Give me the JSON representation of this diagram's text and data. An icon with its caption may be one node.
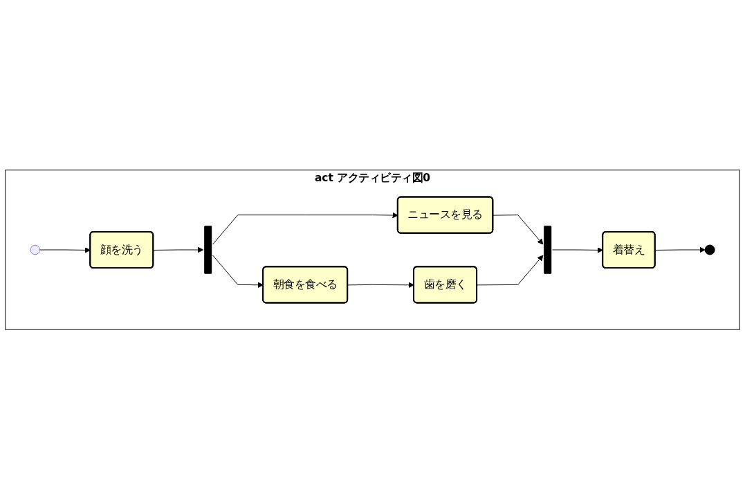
{
  "diagram": {
    "nodes": [
      {
        "text": [
          "act アクティビティ図0"
        ]
      },
      {
        "text": [],
        "shape": "circle",
        "in": 0
      },
      {
        "text": [
          "顔を洗う"
        ],
        "in": 0
      },
      {
        "text": [],
        "shape": "bar",
        "in": 0
      },
      {
        "text": [
          "ニュースを見る"
        ],
        "in": 0
      },
      {
        "text": [
          "朝食を食べる"
        ],
        "in": 0
      },
      {
        "text": [
          "歯を磨く"
        ],
        "in": 0
      },
      {
        "text": [],
        "shape": "bar",
        "in": 0
      },
      {
        "text": [
          "着替え"
        ],
        "in": 0
      },
      {
        "text": [],
        "shape": "circle",
        "in": 0
      }
    ],
    "edges": [
      {
        "from": 1,
        "to": 2,
        "arrow": "to"
      },
      {
        "from": 2,
        "to": 3,
        "arrow": "to"
      },
      {
        "from": 3,
        "to": 4,
        "arrow": "to"
      },
      {
        "from": 3,
        "to": 5,
        "arrow": "to"
      },
      {
        "from": 5,
        "to": 6,
        "arrow": "to"
      },
      {
        "from": 4,
        "to": 7,
        "arrow": "to"
      },
      {
        "from": 6,
        "to": 7,
        "arrow": "to"
      },
      {
        "from": 7,
        "to": 8,
        "arrow": "to"
      },
      {
        "from": 8,
        "to": 9,
        "arrow": "to"
      }
    ]
  }
}
